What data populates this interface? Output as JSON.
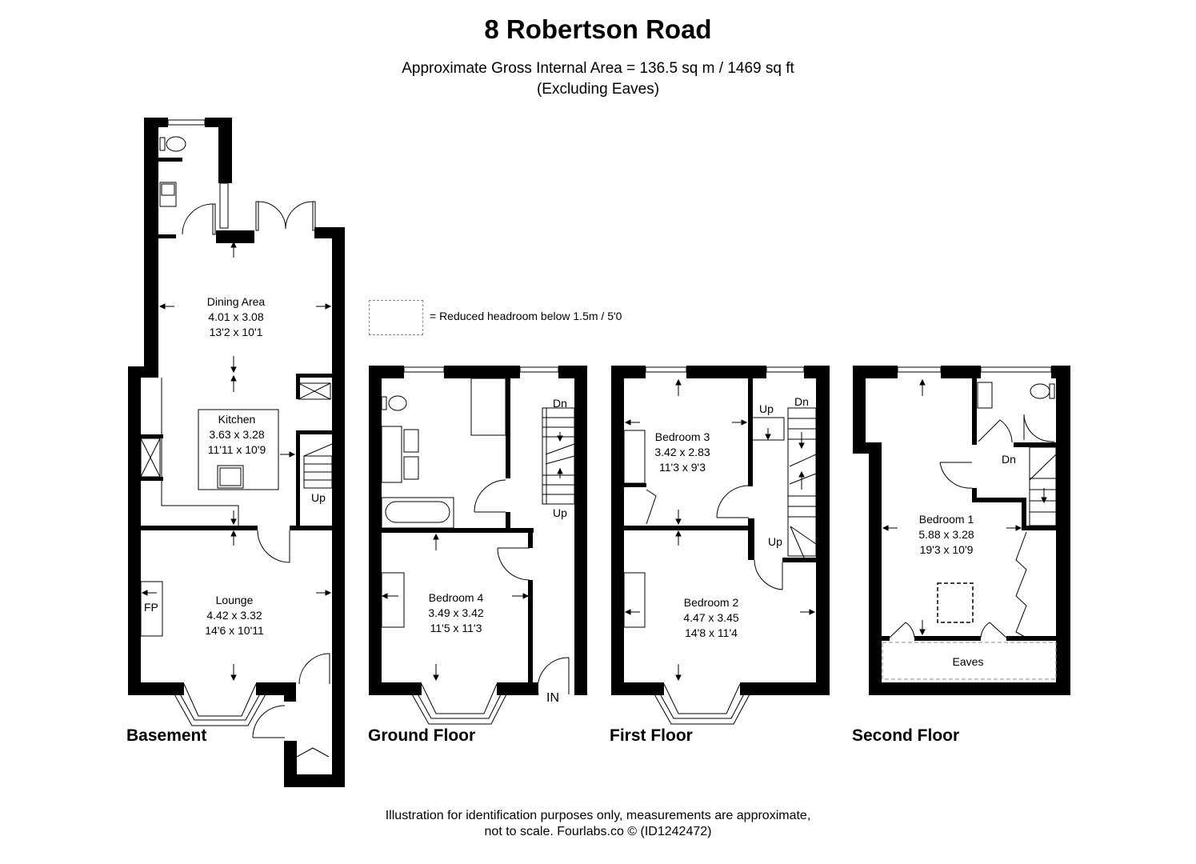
{
  "header": {
    "title": "8 Robertson Road",
    "area": "Approximate Gross Internal Area = 136.5 sq m / 1469 sq ft",
    "note": "(Excluding Eaves)"
  },
  "legend": {
    "text": "= Reduced headroom below 1.5m / 5'0"
  },
  "floors": {
    "basement": {
      "label": "Basement",
      "rooms": [
        {
          "name": "Dining Area",
          "metric": "4.01 x 3.08",
          "imperial": "13'2 x 10'1"
        },
        {
          "name": "Kitchen",
          "metric": "3.63 x 3.28",
          "imperial": "11'11 x 10'9"
        },
        {
          "name": "Lounge",
          "metric": "4.42 x 3.32",
          "imperial": "14'6 x 10'11"
        }
      ],
      "tags": {
        "fp": "FP",
        "up": "Up"
      }
    },
    "ground": {
      "label": "Ground Floor",
      "rooms": [
        {
          "name": "Bedroom 4",
          "metric": "3.49 x 3.42",
          "imperial": "11'5 x 11'3"
        }
      ],
      "tags": {
        "dn": "Dn",
        "up": "Up",
        "in": "IN"
      }
    },
    "first": {
      "label": "First Floor",
      "rooms": [
        {
          "name": "Bedroom 3",
          "metric": "3.42 x 2.83",
          "imperial": "11'3 x 9'3"
        },
        {
          "name": "Bedroom 2",
          "metric": "4.47 x 3.45",
          "imperial": "14'8 x 11'4"
        }
      ],
      "tags": {
        "up1": "Up",
        "dn": "Dn",
        "up2": "Up"
      }
    },
    "second": {
      "label": "Second Floor",
      "rooms": [
        {
          "name": "Bedroom 1",
          "metric": "5.88 x 3.28",
          "imperial": "19'3 x 10'9"
        },
        {
          "name": "Eaves"
        }
      ],
      "tags": {
        "dn": "Dn"
      }
    }
  },
  "footer": {
    "line1": "Illustration for identification purposes only, measurements are approximate,",
    "line2": "not to scale. Fourlabs.co © (ID1242472)"
  }
}
